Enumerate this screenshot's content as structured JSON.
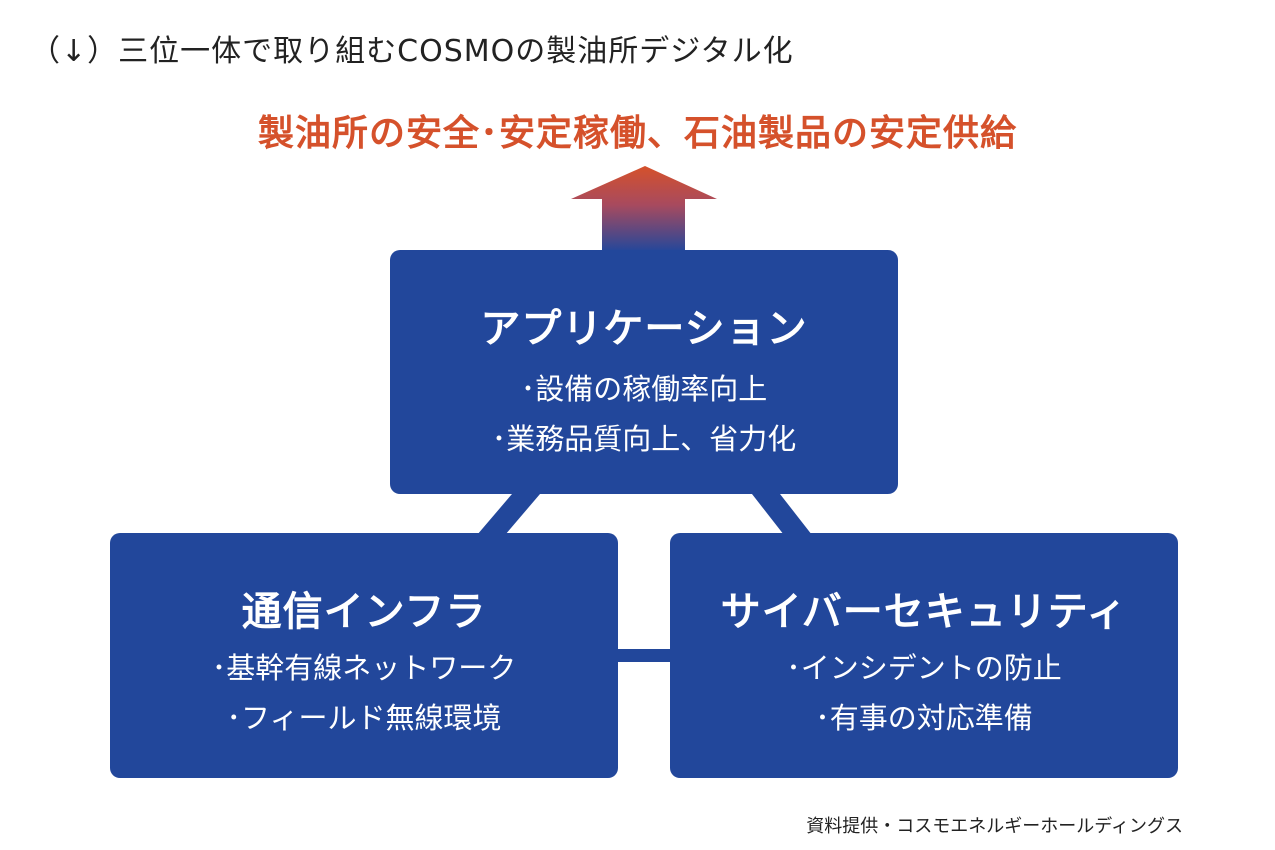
{
  "title": "（↓）三位一体で取り組むCOSMOの製油所デジタル化",
  "goal": "製油所の安全･安定稼働、石油製品の安定供給",
  "colors": {
    "blue": "#22479b",
    "accent": "#d5512b"
  },
  "boxes": {
    "application": {
      "heading": "アプリケーション",
      "items": [
        "･設備の稼働率向上",
        "･業務品質向上、省力化"
      ]
    },
    "network": {
      "heading": "通信インフラ",
      "items": [
        "･基幹有線ネットワーク",
        "･フィールド無線環境"
      ]
    },
    "security": {
      "heading": "サイバーセキュリティ",
      "items": [
        "･インシデントの防止",
        "･有事の対応準備"
      ]
    }
  },
  "credit": "資料提供・コスモエネルギーホールディングス"
}
